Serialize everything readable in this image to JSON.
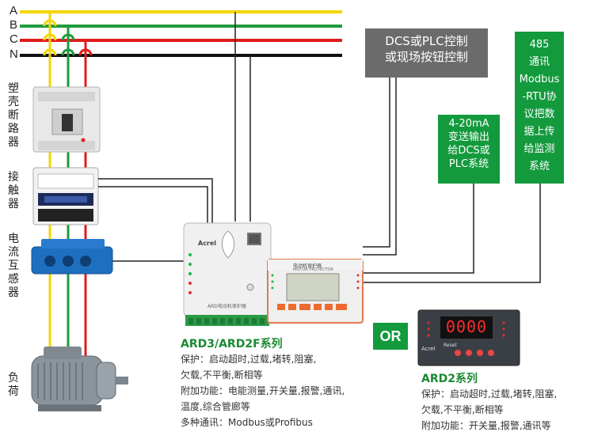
{
  "phases": [
    "A",
    "B",
    "C",
    "N"
  ],
  "components": {
    "breaker": "塑壳断路器",
    "contactor": "接触器",
    "current_transformer": "电流互感器",
    "load": "负荷"
  },
  "control_box": {
    "line1": "DCS或PLC控制",
    "line2": "或现场按钮控制"
  },
  "analog_box": {
    "lines": [
      "4-20mA",
      "变送输出",
      "给DCS或",
      "PLC系统"
    ]
  },
  "comm_box": {
    "lines": [
      "485",
      "通讯",
      "Modbus",
      "-RTU协",
      "议把数",
      "据上传",
      "给监测",
      "系统"
    ]
  },
  "ard3": {
    "title": "ARD3/ARD2F系列",
    "lines": [
      "保护：启动超时,过载,堵转,阻塞,",
      "欠载,不平衡,断相等",
      "附加功能：电能测量,开关量,报警,通讯,",
      "温度,综合管廊等",
      "多种通讯：Modbus或Profibus"
    ]
  },
  "ard2": {
    "title": "ARD2系列",
    "lines": [
      "保护：启动超时,过载,堵转,阻塞,",
      "欠载,不平衡,断相等",
      "附加功能：开关量,报警,通讯等"
    ]
  },
  "or_label": "OR",
  "device_labels": {
    "ard_body": "ARD电动机保护器",
    "acrel": "Acrel",
    "display": "电动机保护器",
    "display_en": "MOTOR PROTECTOR",
    "ard2_display": "0000",
    "ard2_brand": "Acrel",
    "ard2_reset": "Reset"
  },
  "colors": {
    "phase_a": "#f2d600",
    "phase_b": "#1f9a3c",
    "phase_c": "#e01b1b",
    "neutral": "#111111",
    "accent_green": "#139a3d",
    "box_gray": "#6b6b6b"
  }
}
